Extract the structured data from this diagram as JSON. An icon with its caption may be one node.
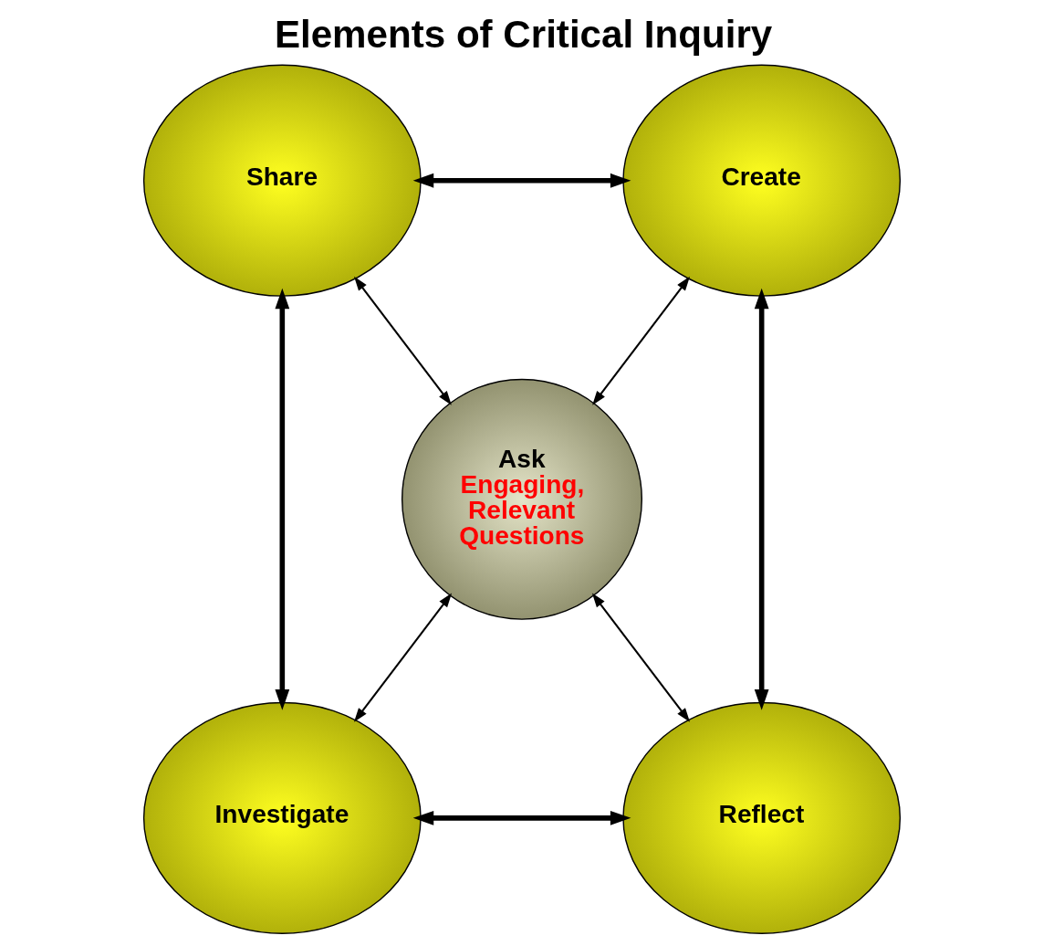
{
  "diagram": {
    "title": "Elements of Critical Inquiry",
    "nodes": [
      {
        "text": [
          "Share"
        ]
      },
      {
        "text": [
          "Create"
        ]
      },
      {
        "text": [
          "Ask",
          "Engaging, Relevant Questions"
        ]
      },
      {
        "text": [
          "Investigate"
        ]
      },
      {
        "text": [
          "Reflect"
        ]
      }
    ],
    "edges": [
      {
        "from": 0,
        "to": 1,
        "arrow": "both",
        "style": "thick"
      },
      {
        "from": 0,
        "to": 2,
        "arrow": "both"
      },
      {
        "from": 1,
        "to": 2,
        "arrow": "both"
      },
      {
        "from": 0,
        "to": 3,
        "arrow": "both",
        "style": "thick"
      },
      {
        "from": 1,
        "to": 4,
        "arrow": "both",
        "style": "thick"
      },
      {
        "from": 2,
        "to": 3,
        "arrow": "both"
      },
      {
        "from": 2,
        "to": 4,
        "arrow": "both"
      },
      {
        "from": 3,
        "to": 4,
        "arrow": "both",
        "style": "thick"
      }
    ]
  }
}
